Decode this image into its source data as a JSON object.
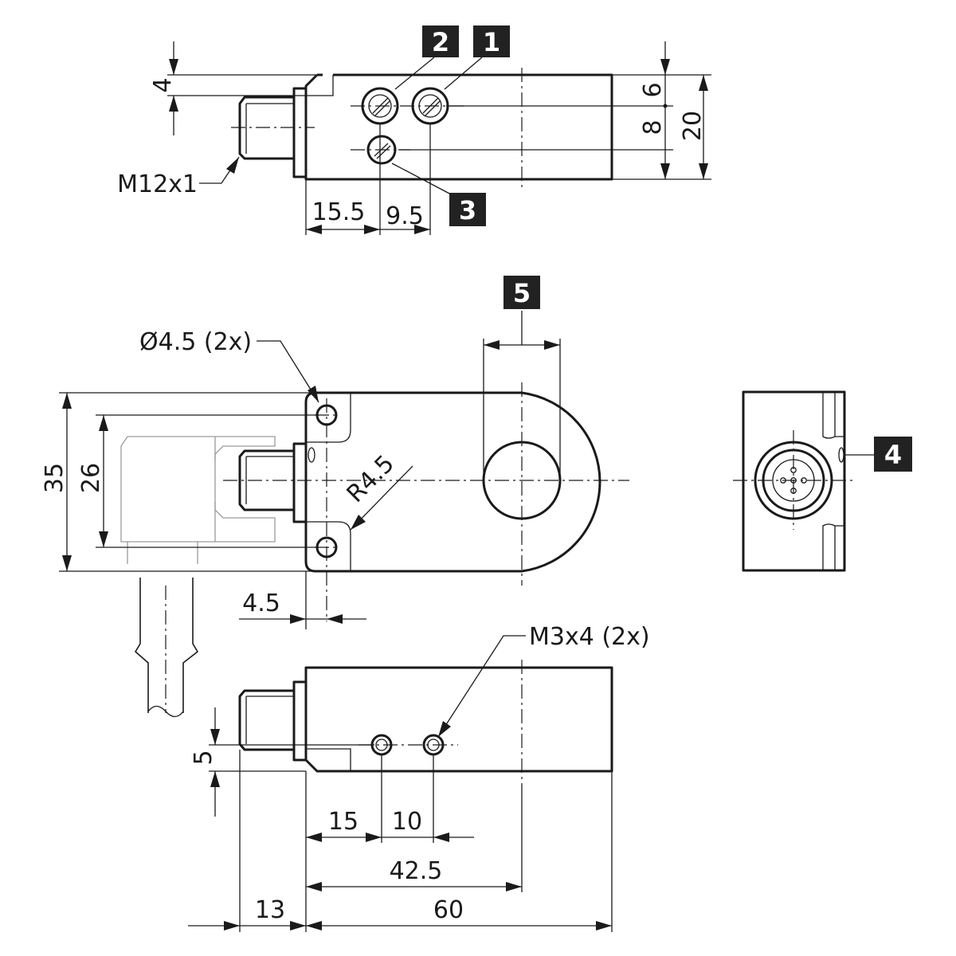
{
  "colors": {
    "ink": "#1a1a1a",
    "marker_box": "#222222",
    "marker_text": "#ffffff",
    "ghost": "#9a9a9a"
  },
  "markers": {
    "m1": "1",
    "m2": "2",
    "m3": "3",
    "m4": "4",
    "m5": "5"
  },
  "top_view": {
    "dim_4": "4",
    "dim_6": "6",
    "dim_8": "8",
    "dim_20": "20",
    "dim_15_5": "15.5",
    "dim_9_5": "9.5",
    "thread": "M12x1"
  },
  "front_view": {
    "hole": "Ø4.5 (2x)",
    "radius": "R4.5",
    "dim_35": "35",
    "dim_26": "26",
    "dim_4_5": "4.5"
  },
  "bottom_view": {
    "tap": "M3x4 (2x)",
    "dim_5": "5",
    "dim_15": "15",
    "dim_10": "10",
    "dim_42_5": "42.5",
    "dim_13": "13",
    "dim_60": "60"
  }
}
